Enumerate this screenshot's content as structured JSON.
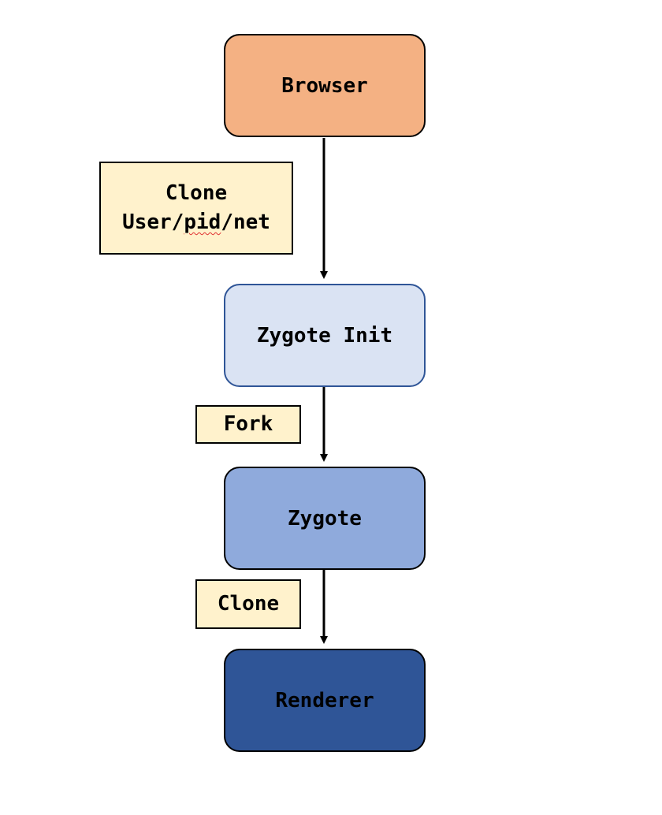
{
  "nodes": {
    "browser": "Browser",
    "zygote_init": "Zygote Init",
    "zygote": "Zygote",
    "renderer": "Renderer"
  },
  "notes": {
    "clone_namespaces": {
      "line1": "Clone",
      "line2_prefix": "User/",
      "line2_underlined": "pid",
      "line2_suffix": "/net"
    },
    "fork": "Fork",
    "clone": "Clone"
  },
  "colors": {
    "browser": "#f4b183",
    "zygote_init": "#dae3f3",
    "zygote_init_border": "#2f5597",
    "zygote": "#8faadc",
    "renderer": "#2f5597",
    "note": "#fff2cc",
    "arrow": "#000000"
  }
}
